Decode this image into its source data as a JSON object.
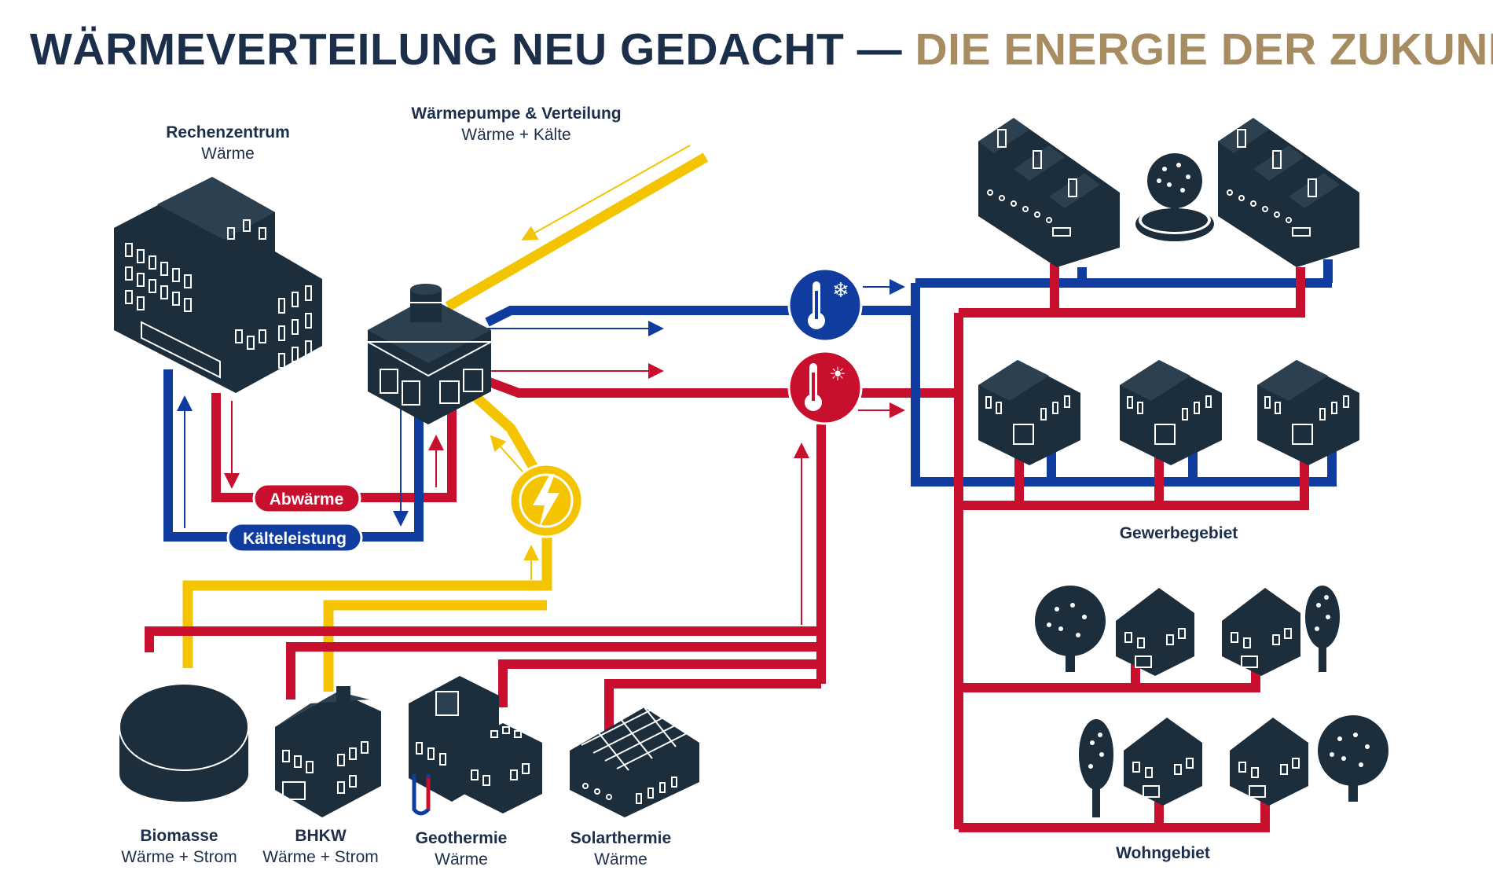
{
  "title": {
    "part1": "WÄRMEVERTEILUNG NEU GEDACHT",
    "dash": "—",
    "part2": "DIE ENERGIE DER ZUKUNFT"
  },
  "colors": {
    "navy": "#1c2f4a",
    "gold": "#a78c62",
    "building": "#1c2d3b",
    "red": "#c8102e",
    "blue": "#0f3c9e",
    "yellow": "#f5c400"
  },
  "nodes": {
    "datacenter": {
      "name": "Rechenzentrum",
      "sub": "Wärme"
    },
    "heatpump": {
      "name": "Wärmepumpe & Verteilung",
      "sub": "Wärme + Kälte"
    },
    "biomass": {
      "name": "Biomasse",
      "sub": "Wärme + Strom"
    },
    "bhkw": {
      "name": "BHKW",
      "sub": "Wärme + Strom"
    },
    "geothermal": {
      "name": "Geothermie",
      "sub": "Wärme"
    },
    "solarthermal": {
      "name": "Solarthermie",
      "sub": "Wärme"
    },
    "commercial": {
      "name": "Gewerbegebiet"
    },
    "residential": {
      "name": "Wohngebiet"
    }
  },
  "pills": {
    "waste_heat": "Abwärme",
    "cooling": "Kälteleistung"
  },
  "icons": {
    "cold": "thermometer-snowflake-icon",
    "heat": "thermometer-sun-icon",
    "power": "lightning-bolt-icon"
  }
}
